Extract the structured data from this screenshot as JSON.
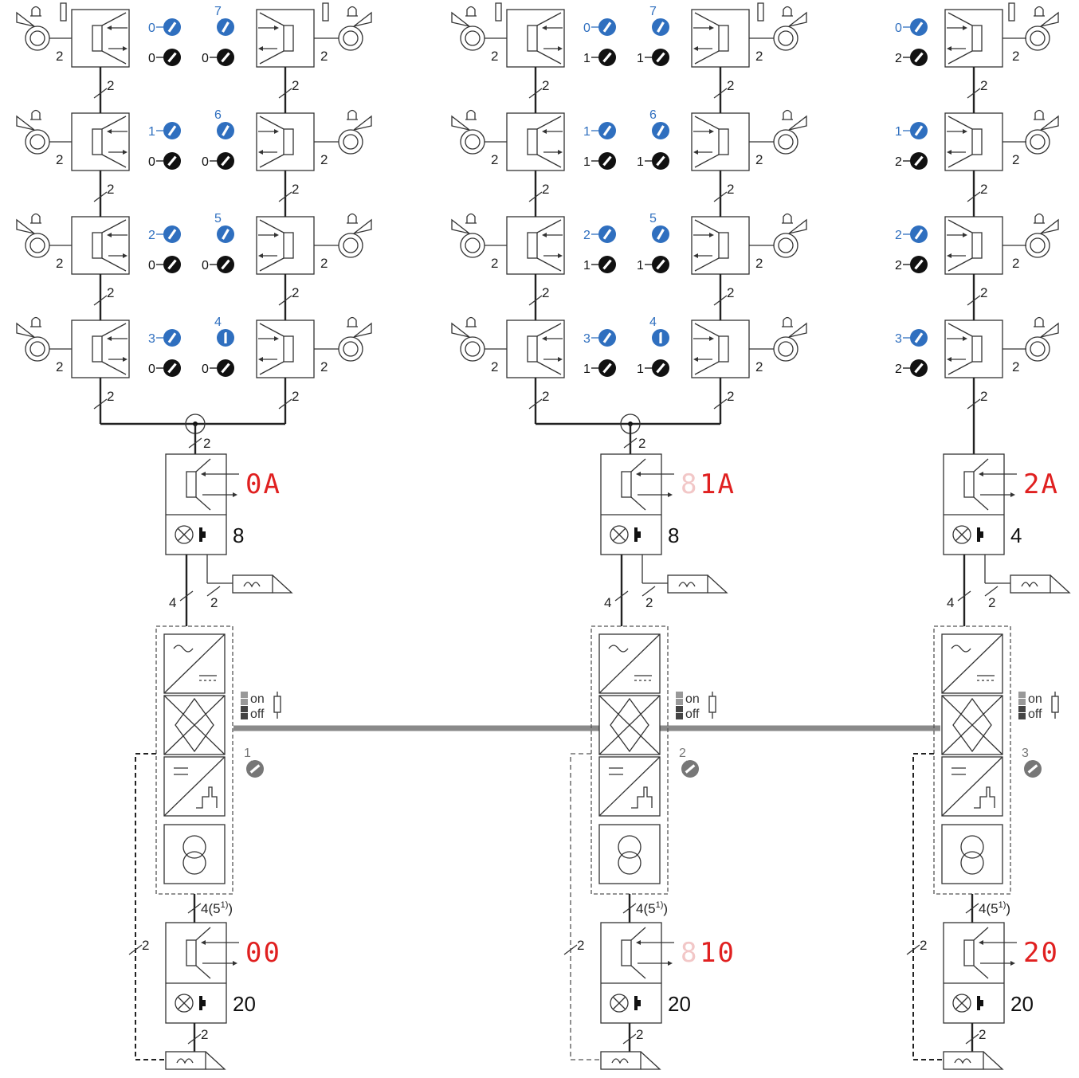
{
  "labels": {
    "cores": "2",
    "bus_cores": "4",
    "supply_cores": "4(5",
    "supply_note": "1)",
    "supply_close": ")",
    "switch_on": "on",
    "switch_off": "off"
  },
  "colors": {
    "address_blue": "#2f6fbf",
    "address_black": "#111111",
    "display_red": "#e02020",
    "display_dim": "#f2c7c7",
    "trunk_gray": "#8a8a8a",
    "bus_dial": "#777777"
  },
  "groups": [
    {
      "columns": 2,
      "station_left": [
        {
          "blue": "0",
          "black": "0"
        },
        {
          "blue": "1",
          "black": "0"
        },
        {
          "blue": "2",
          "black": "0"
        },
        {
          "blue": "3",
          "black": "0"
        }
      ],
      "station_right": [
        {
          "blue": "7",
          "black": "0"
        },
        {
          "blue": "6",
          "black": "0"
        },
        {
          "blue": "5",
          "black": "0"
        },
        {
          "blue": "4",
          "black": "0"
        }
      ],
      "upper_display": {
        "dim": "",
        "lit": "0A"
      },
      "upper_count": "8",
      "lower_display": {
        "dim": "",
        "lit": "00"
      },
      "lower_count": "20",
      "bus_dial": "1"
    },
    {
      "columns": 2,
      "station_left": [
        {
          "blue": "0",
          "black": "1"
        },
        {
          "blue": "1",
          "black": "1"
        },
        {
          "blue": "2",
          "black": "1"
        },
        {
          "blue": "3",
          "black": "1"
        }
      ],
      "station_right": [
        {
          "blue": "7",
          "black": "1"
        },
        {
          "blue": "6",
          "black": "1"
        },
        {
          "blue": "5",
          "black": "1"
        },
        {
          "blue": "4",
          "black": "1"
        }
      ],
      "upper_display": {
        "dim": "8",
        "lit": "1A"
      },
      "upper_count": "8",
      "lower_display": {
        "dim": "8",
        "lit": "10"
      },
      "lower_count": "20",
      "bus_dial": "2"
    },
    {
      "columns": 1,
      "station_left": [
        {
          "blue": "0",
          "black": "2"
        },
        {
          "blue": "1",
          "black": "2"
        },
        {
          "blue": "2",
          "black": "2"
        },
        {
          "blue": "3",
          "black": "2"
        }
      ],
      "station_right": [],
      "upper_display": {
        "dim": "",
        "lit": "2A"
      },
      "upper_count": "4",
      "lower_display": {
        "dim": "",
        "lit": "20"
      },
      "lower_count": "20",
      "bus_dial": "3"
    }
  ]
}
